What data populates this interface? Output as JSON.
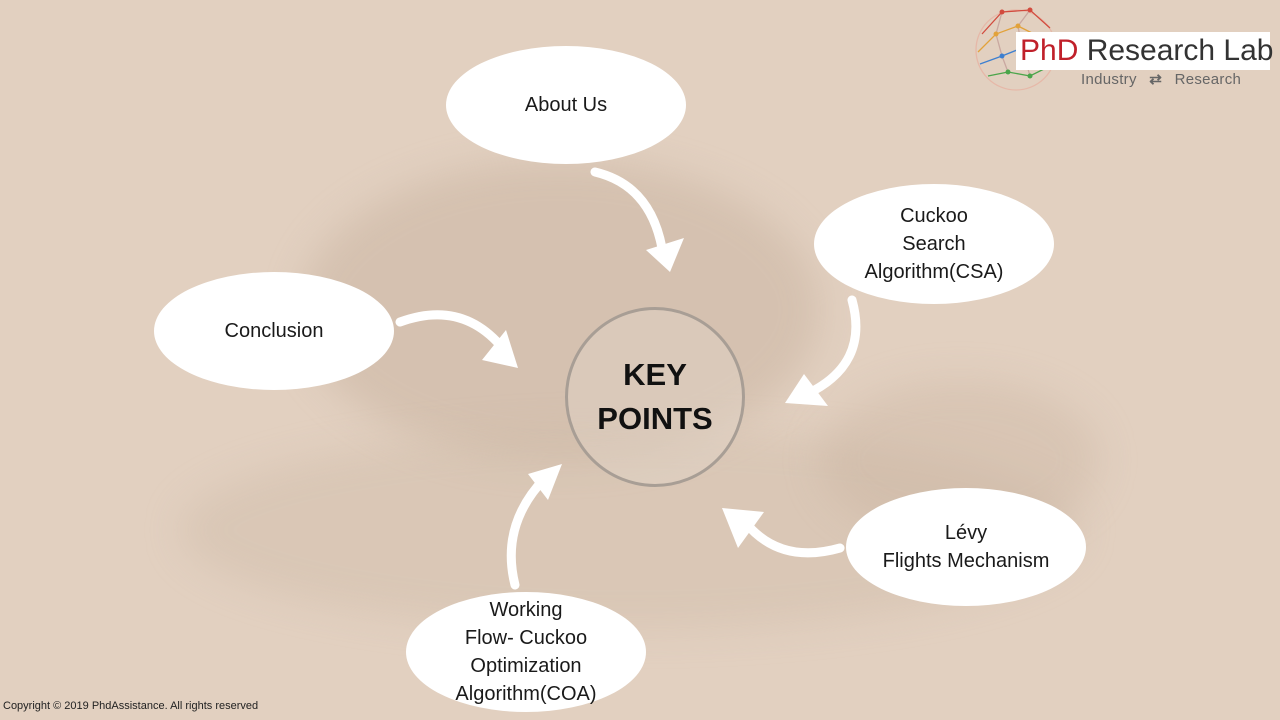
{
  "center": {
    "label": "KEY\nPOINTS"
  },
  "nodes": {
    "about": "About Us",
    "csa": "Cuckoo\nSearch\nAlgorithm(CSA)",
    "conclusion": "Conclusion",
    "levy": "Lévy\nFlights Mechanism",
    "coa": "Working\nFlow- Cuckoo\nOptimization\nAlgorithm(COA)"
  },
  "logo": {
    "title_phd": "PhD",
    "title_rest": "Research Lab",
    "sub_left": "Industry",
    "sub_icon": "⇄",
    "sub_right": "Research",
    "icon": "network-globe-icon"
  },
  "footer": {
    "copyright": "Copyright © 2019 PhdAssistance. All rights reserved"
  },
  "colors": {
    "background": "#e2d0c0",
    "node_fill": "#ffffff",
    "ring": "#a89e95",
    "brand_red": "#c0202a"
  }
}
